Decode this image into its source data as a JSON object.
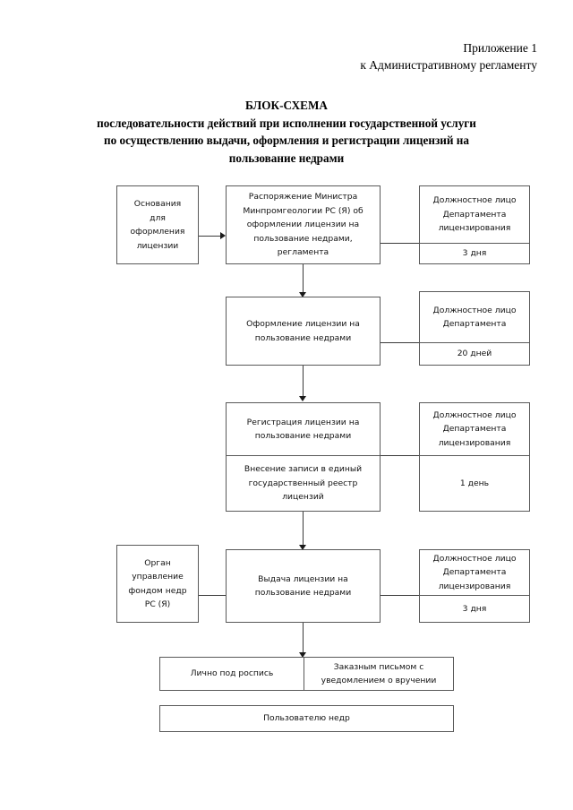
{
  "header": {
    "lines": [
      "Приложение 1",
      "к Административному регламенту"
    ]
  },
  "title": {
    "lines": [
      "БЛОК-СХЕМА",
      "последовательности действий при исполнении государственной услуги",
      "по осуществлению выдачи, оформления и регистрации лицензий на",
      "пользование недрами"
    ]
  },
  "flow": {
    "row1": {
      "input": {
        "lines": [
          "Основания",
          "для",
          "оформления",
          "лицензии"
        ]
      },
      "process": {
        "lines": [
          "Распоряжение Министра",
          "Минпромгеологии РС (Я) об",
          "оформлении лицензии на",
          "пользование недрами,",
          "регламента"
        ]
      },
      "responsible": {
        "role_lines": [
          "Должностное лицо",
          "Департамента",
          "лицензирования"
        ],
        "duration": "3 дня"
      }
    },
    "row2": {
      "process": {
        "lines": [
          "Оформление лицензии на",
          "пользование недрами"
        ]
      },
      "responsible": {
        "role_lines": [
          "Должностное лицо",
          "Департамента"
        ],
        "duration": "20 дней"
      }
    },
    "row3": {
      "process_top": {
        "lines": [
          "Регистрация лицензии на",
          "пользование недрами"
        ]
      },
      "process_bottom": {
        "lines": [
          "Внесение записи в единый",
          "государственный реестр",
          "лицензий"
        ]
      },
      "responsible": {
        "role_lines": [
          "Должностное лицо",
          "Департамента",
          "лицензирования"
        ],
        "duration": "1 день"
      }
    },
    "row4": {
      "input": {
        "lines": [
          "Орган",
          "управление",
          "фондом недр",
          "РС (Я)"
        ]
      },
      "process": {
        "lines": [
          "Выдача лицензии на",
          "пользование недрами"
        ]
      },
      "responsible": {
        "role_lines": [
          "Должностное лицо",
          "Департамента",
          "лицензирования"
        ],
        "duration": "3 дня"
      }
    },
    "delivery": {
      "option_personal": "Лично под роспись",
      "option_mail_lines": [
        "Заказным письмом с",
        "уведомлением о вручении"
      ]
    },
    "recipient": "Пользователю недр"
  },
  "colors": {
    "border": "#595959",
    "connector": "#3a3a3a",
    "text": "#111111",
    "page": "#ffffff"
  }
}
